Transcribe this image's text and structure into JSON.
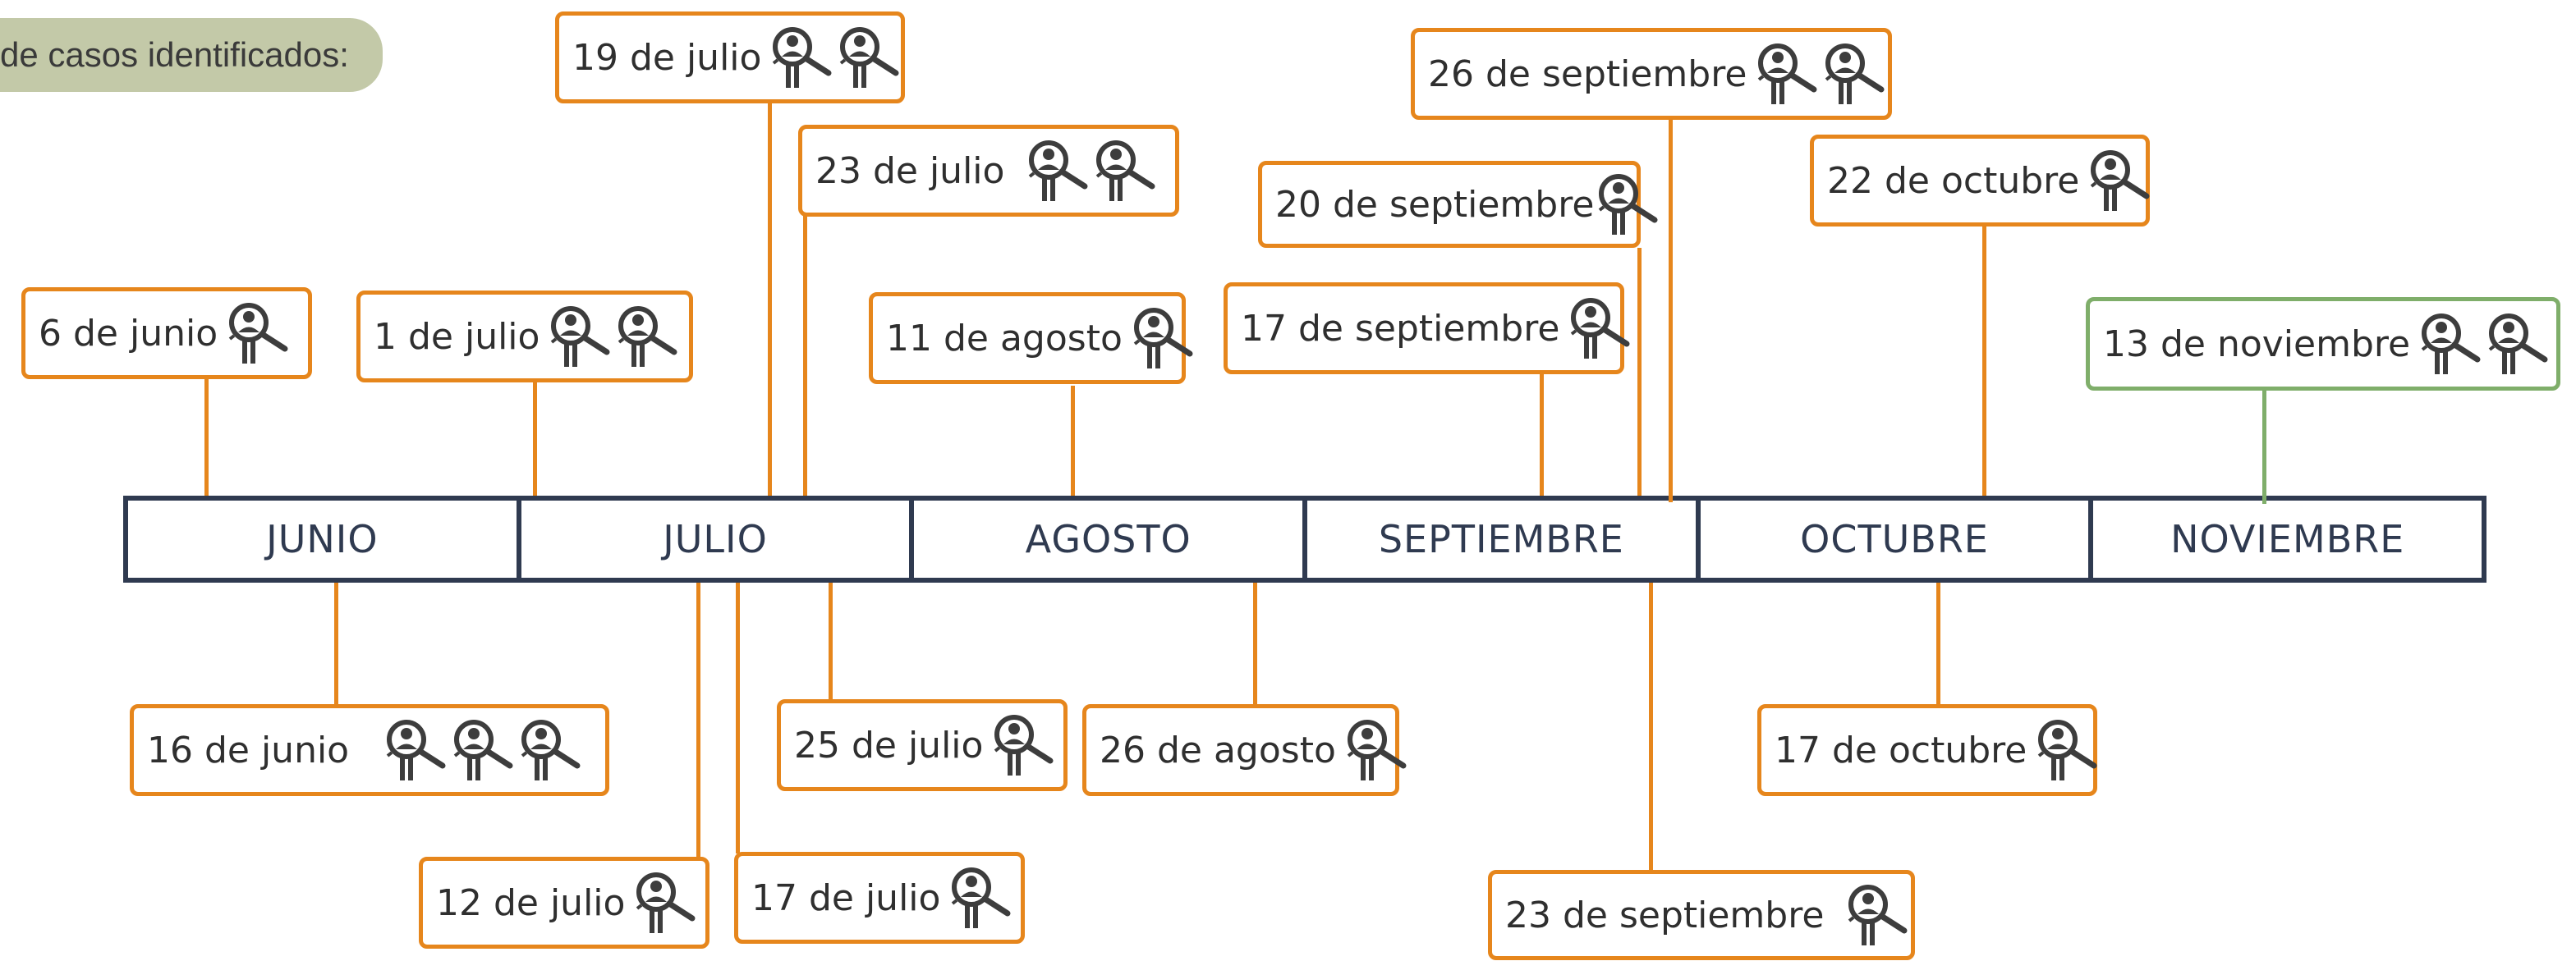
{
  "legend": {
    "label": "de casos identificados:"
  },
  "months": [
    "JUNIO",
    "JULIO",
    "AGOSTO",
    "SEPTIEMBRE",
    "OCTUBRE",
    "NOVIEMBRE"
  ],
  "events": [
    {
      "date": "6 de junio",
      "cases": 1
    },
    {
      "date": "16 de junio",
      "cases": 3
    },
    {
      "date": "1 de julio",
      "cases": 2
    },
    {
      "date": "12 de julio",
      "cases": 1
    },
    {
      "date": "17 de julio",
      "cases": 1
    },
    {
      "date": "19 de julio",
      "cases": 2
    },
    {
      "date": "23 de julio",
      "cases": 2
    },
    {
      "date": "25 de julio",
      "cases": 1
    },
    {
      "date": "11 de agosto",
      "cases": 1
    },
    {
      "date": "26 de agosto",
      "cases": 1
    },
    {
      "date": "17 de septiembre",
      "cases": 1
    },
    {
      "date": "20 de septiembre",
      "cases": 1
    },
    {
      "date": "23 de septiembre",
      "cases": 1
    },
    {
      "date": "26 de septiembre",
      "cases": 2
    },
    {
      "date": "17 de octubre",
      "cases": 1
    },
    {
      "date": "22 de octubre",
      "cases": 1
    },
    {
      "date": "13 de noviembre",
      "cases": 2
    }
  ],
  "colors": {
    "accent": "#e6861c",
    "latest": "#7fae6a",
    "timeline": "#2f3a50",
    "legend_bg": "#c3c9a8",
    "icon": "#3d3d3d"
  },
  "icon_name": "person-magnifier-icon"
}
